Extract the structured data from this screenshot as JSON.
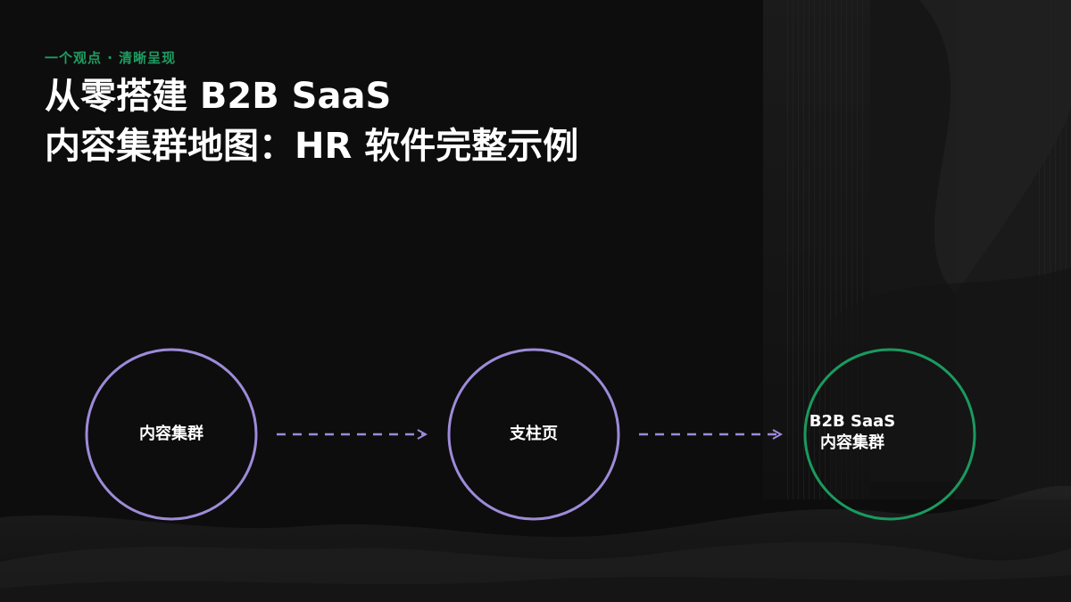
{
  "header": {
    "kicker": "一个观点 · 清晰呈现",
    "title_line1": "从零搭建 B2B SaaS",
    "title_line2": "内容集群地图：HR 软件完整示例"
  },
  "nodes": [
    {
      "label": "内容集群",
      "stroke": "#9d8bd9"
    },
    {
      "label": "支柱页",
      "stroke": "#9d8bd9"
    },
    {
      "label_line1": "B2B SaaS",
      "label_line2": "内容集群",
      "stroke": "#1a9a5f"
    }
  ],
  "colors": {
    "background": "#0d0d0d",
    "accent_green": "#1e9e62",
    "accent_purple": "#9d8bd9",
    "arrow": "#9d8bd9"
  }
}
